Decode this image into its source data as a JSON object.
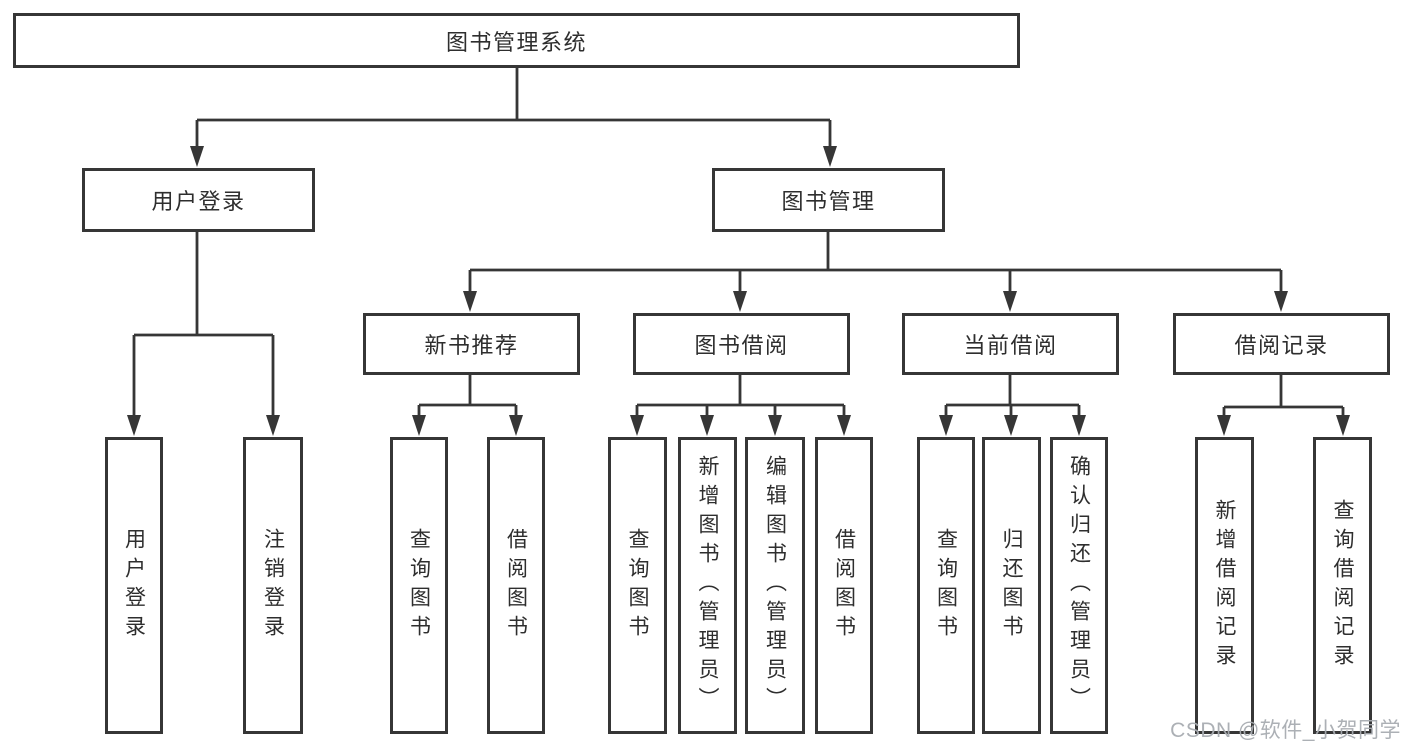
{
  "tree": {
    "root": {
      "label": "图书管理系统"
    },
    "branches": [
      {
        "label": "用户登录",
        "children": [
          {
            "label": "用户登录"
          },
          {
            "label": "注销登录"
          }
        ]
      },
      {
        "label": "图书管理",
        "children": [
          {
            "label": "新书推荐",
            "children": [
              {
                "label": "查询图书"
              },
              {
                "label": "借阅图书"
              }
            ]
          },
          {
            "label": "图书借阅",
            "children": [
              {
                "label": "查询图书"
              },
              {
                "label": "新增图书（管理员）"
              },
              {
                "label": "编辑图书（管理员）"
              },
              {
                "label": "借阅图书"
              }
            ]
          },
          {
            "label": "当前借阅",
            "children": [
              {
                "label": "查询图书"
              },
              {
                "label": "归还图书"
              },
              {
                "label": "确认归还（管理员）"
              }
            ]
          },
          {
            "label": "借阅记录",
            "children": [
              {
                "label": "新增借阅记录"
              },
              {
                "label": "查询借阅记录"
              }
            ]
          }
        ]
      }
    ]
  },
  "watermark": "CSDN @软件_小贺同学",
  "colors": {
    "line": "#363636",
    "text": "#2e2e2e",
    "watermark": "#a8acb1",
    "background": "#ffffff"
  }
}
